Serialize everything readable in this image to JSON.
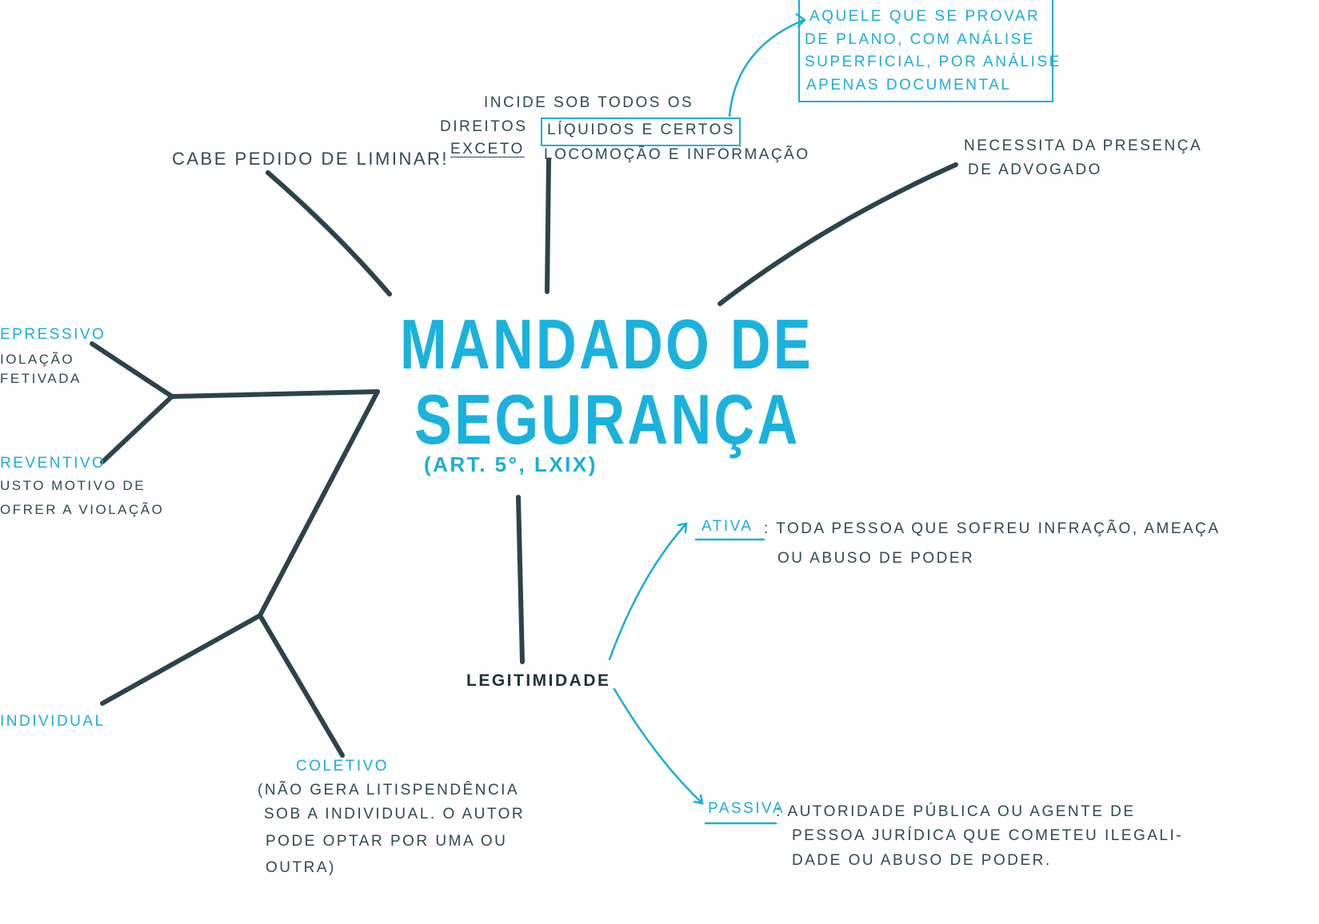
{
  "center": {
    "title_line1": "MANDADO DE",
    "title_line2": "SEGURANÇA",
    "reference": "(ART. 5°, LXIX)"
  },
  "branches": {
    "liminar": "CABE PEDIDO DE LIMINAR!",
    "scope": {
      "line1": "INCIDE SOB TODOS OS",
      "direitos": "DIREITOS",
      "liquidos": "LÍQUIDOS E CERTOS",
      "exceto": "EXCETO",
      "exceptions": "LOCOMOÇÃO E INFORMAÇÃO"
    },
    "liquidos_note": [
      "AQUELE QUE SE PROVAR",
      "DE PLANO, COM ANÁLISE",
      "SUPERFICIAL, POR ANÁLISE",
      "APENAS DOCUMENTAL"
    ],
    "advogado": [
      "NECESSITA DA PRESENÇA",
      "DE ADVOGADO"
    ],
    "types": {
      "repressivo": {
        "label": "EPRESSIVO",
        "lines": [
          "IOLAÇÃO",
          "FETIVADA"
        ]
      },
      "preventivo": {
        "label": "REVENTIVO",
        "lines": [
          "USTO MOTIVO DE",
          "OFRER A VIOLAÇÃO"
        ]
      },
      "individual": {
        "label": "INDIVIDUAL"
      },
      "coletivo": {
        "label": "COLETIVO",
        "lines": [
          "(NÃO GERA LITISPENDÊNCIA",
          "SOB A INDIVIDUAL. O AUTOR",
          "PODE OPTAR POR UMA OU",
          "OUTRA)"
        ]
      }
    },
    "legitimidade": {
      "label": "LEGITIMIDADE",
      "ativa": {
        "label": "ATIVA",
        "lines": [
          ": TODA PESSOA QUE SOFREU INFRAÇÃO, AMEAÇA",
          "OU ABUSO DE PODER"
        ]
      },
      "passiva": {
        "label": "PASSIVA",
        "lines": [
          ": AUTORIDADE PÚBLICA OU AGENTE DE",
          "PESSOA JURÍDICA QUE COMETEU ILEGALI-",
          "DADE OU ABUSO DE PODER."
        ]
      }
    }
  },
  "colors": {
    "ink_dark": "#2f4a52",
    "ink_cyan": "#1aaed6"
  }
}
